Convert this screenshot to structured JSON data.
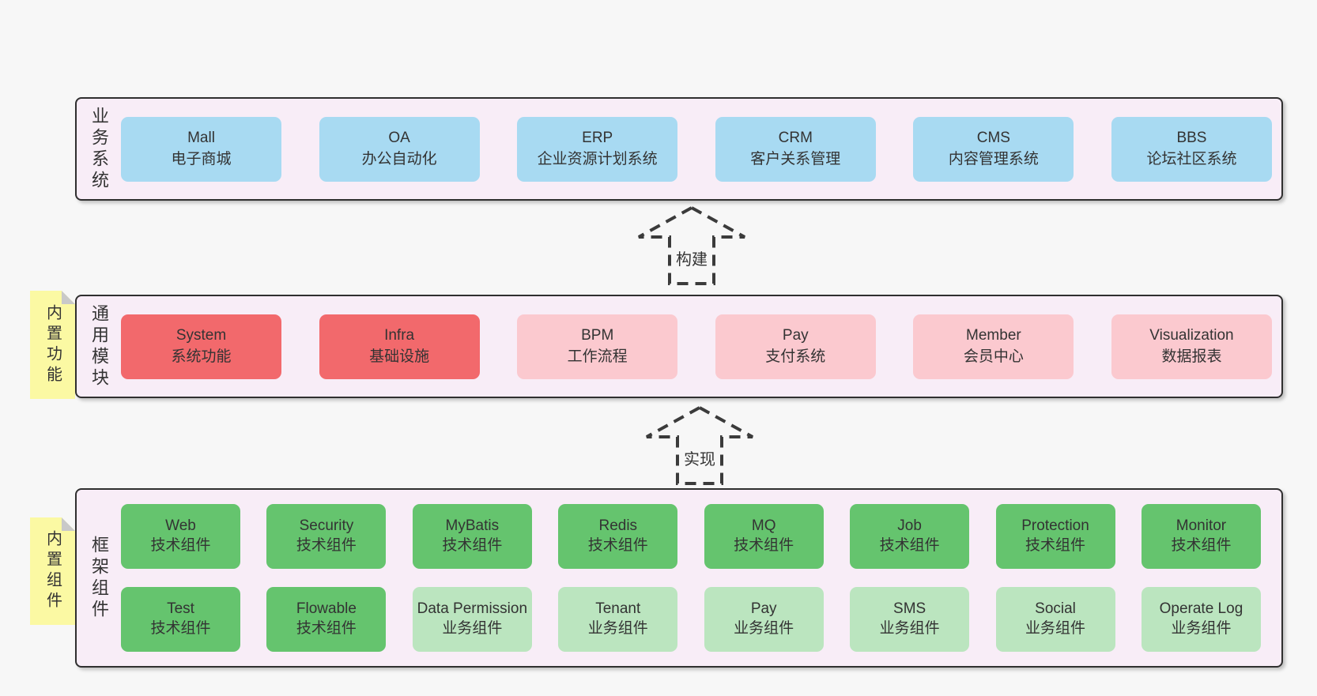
{
  "colors": {
    "page_bg": "#f7f7f7",
    "panel_bg": "#f8edf7",
    "panel_border": "#2f2f2f",
    "blue": "#a8daf2",
    "red": "#f2696c",
    "pink": "#fbc9cf",
    "green_dark": "#65c46e",
    "green_light": "#bbe5bf",
    "sticky_yellow": "#fbf9a3",
    "sticky_fold": "#c9c9c9",
    "text": "#333333",
    "arrow": "#3b3b3b"
  },
  "business_layer": {
    "label": "业务系统",
    "boxes": [
      {
        "title": "Mall",
        "subtitle": "电子商城"
      },
      {
        "title": "OA",
        "subtitle": "办公自动化"
      },
      {
        "title": "ERP",
        "subtitle": "企业资源计划系统"
      },
      {
        "title": "CRM",
        "subtitle": "客户关系管理"
      },
      {
        "title": "CMS",
        "subtitle": "内容管理系统"
      },
      {
        "title": "BBS",
        "subtitle": "论坛社区系统"
      }
    ]
  },
  "arrows": {
    "build": "构建",
    "implement": "实现"
  },
  "modules_layer": {
    "label": "通用模块",
    "sticky": "内置功能",
    "boxes": [
      {
        "title": "System",
        "subtitle": "系统功能",
        "variant": "red"
      },
      {
        "title": "Infra",
        "subtitle": "基础设施",
        "variant": "red"
      },
      {
        "title": "BPM",
        "subtitle": "工作流程",
        "variant": "pink"
      },
      {
        "title": "Pay",
        "subtitle": "支付系统",
        "variant": "pink"
      },
      {
        "title": "Member",
        "subtitle": "会员中心",
        "variant": "pink"
      },
      {
        "title": "Visualization",
        "subtitle": "数据报表",
        "variant": "pink"
      }
    ]
  },
  "components_layer": {
    "label": "框架组件",
    "sticky": "内置组件",
    "row1": [
      {
        "title": "Web",
        "subtitle": "技术组件",
        "variant": "green-dark"
      },
      {
        "title": "Security",
        "subtitle": "技术组件",
        "variant": "green-dark"
      },
      {
        "title": "MyBatis",
        "subtitle": "技术组件",
        "variant": "green-dark"
      },
      {
        "title": "Redis",
        "subtitle": "技术组件",
        "variant": "green-dark"
      },
      {
        "title": "MQ",
        "subtitle": "技术组件",
        "variant": "green-dark"
      },
      {
        "title": "Job",
        "subtitle": "技术组件",
        "variant": "green-dark"
      },
      {
        "title": "Protection",
        "subtitle": "技术组件",
        "variant": "green-dark"
      },
      {
        "title": "Monitor",
        "subtitle": "技术组件",
        "variant": "green-dark"
      }
    ],
    "row2": [
      {
        "title": "Test",
        "subtitle": "技术组件",
        "variant": "green-dark"
      },
      {
        "title": "Flowable",
        "subtitle": "技术组件",
        "variant": "green-dark"
      },
      {
        "title": "Data Permission",
        "subtitle": "业务组件",
        "variant": "green-light"
      },
      {
        "title": "Tenant",
        "subtitle": "业务组件",
        "variant": "green-light"
      },
      {
        "title": "Pay",
        "subtitle": "业务组件",
        "variant": "green-light"
      },
      {
        "title": "SMS",
        "subtitle": "业务组件",
        "variant": "green-light"
      },
      {
        "title": "Social",
        "subtitle": "业务组件",
        "variant": "green-light"
      },
      {
        "title": "Operate Log",
        "subtitle": "业务组件",
        "variant": "green-light"
      }
    ]
  }
}
